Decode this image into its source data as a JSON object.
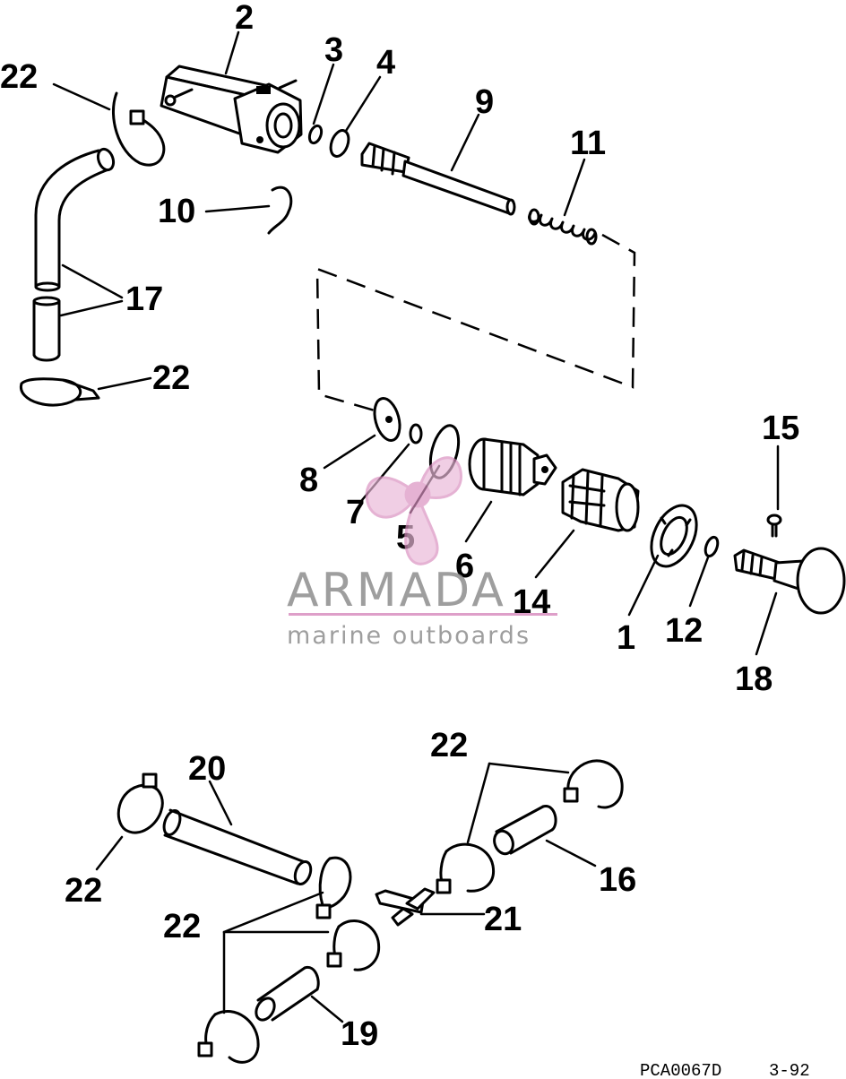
{
  "callouts": {
    "c1": "1",
    "c2": "2",
    "c3": "3",
    "c4": "4",
    "c5": "5",
    "c6": "6",
    "c7": "7",
    "c8": "8",
    "c9": "9",
    "c10": "10",
    "c11": "11",
    "c12": "12",
    "c14": "14",
    "c15": "15",
    "c16": "16",
    "c17": "17",
    "c18": "18",
    "c19": "19",
    "c20": "20",
    "c21": "21",
    "c22": "22"
  },
  "watermark": {
    "brand": "ARMADA",
    "tagline": "marine outboards",
    "color": "#8e8e8e",
    "accent": "#d98fc0"
  },
  "footer": {
    "code": "PCA0067D",
    "date": "3-92"
  }
}
